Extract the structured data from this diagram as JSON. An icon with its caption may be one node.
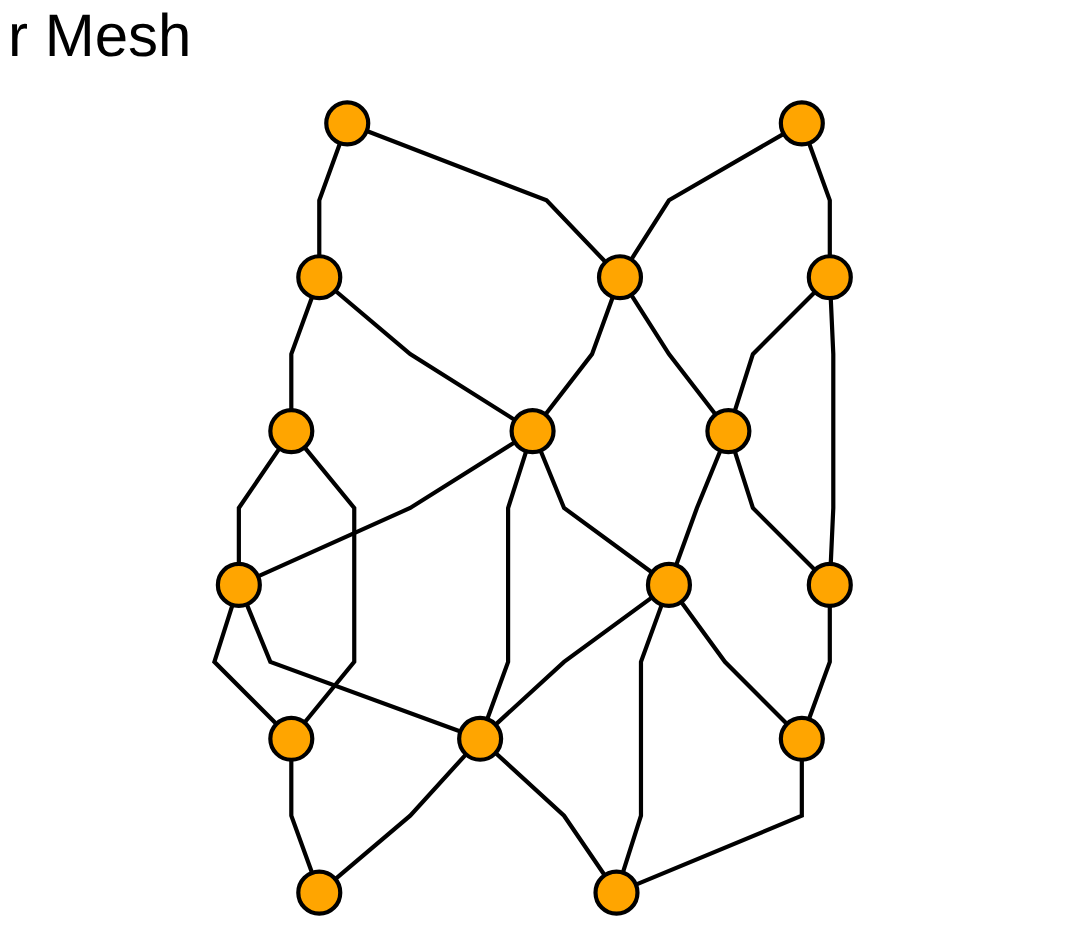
{
  "diagram": {
    "title": "r Mesh",
    "nodes": [
      {
        "text": [],
        "shape": "circle"
      },
      {
        "text": [],
        "shape": "circle"
      },
      {
        "text": [],
        "shape": "circle"
      },
      {
        "text": [],
        "shape": "circle"
      },
      {
        "text": [],
        "shape": "circle"
      },
      {
        "text": [],
        "shape": "circle"
      },
      {
        "text": [],
        "shape": "circle"
      },
      {
        "text": [],
        "shape": "circle"
      },
      {
        "text": [],
        "shape": "circle"
      },
      {
        "text": [],
        "shape": "circle"
      },
      {
        "text": [],
        "shape": "circle"
      },
      {
        "text": [],
        "shape": "circle"
      },
      {
        "text": [],
        "shape": "circle"
      },
      {
        "text": [],
        "shape": "circle"
      },
      {
        "text": [],
        "shape": "circle"
      },
      {
        "text": [],
        "shape": "circle"
      }
    ],
    "edges": [
      {
        "from": 0,
        "to": 2,
        "arrow": "none"
      },
      {
        "from": 0,
        "to": 3,
        "arrow": "none"
      },
      {
        "from": 1,
        "to": 3,
        "arrow": "none"
      },
      {
        "from": 1,
        "to": 4,
        "arrow": "none"
      },
      {
        "from": 2,
        "to": 5,
        "arrow": "none"
      },
      {
        "from": 2,
        "to": 6,
        "arrow": "none"
      },
      {
        "from": 3,
        "to": 6,
        "arrow": "none"
      },
      {
        "from": 3,
        "to": 7,
        "arrow": "none"
      },
      {
        "from": 4,
        "to": 7,
        "arrow": "none"
      },
      {
        "from": 4,
        "to": 10,
        "arrow": "none"
      },
      {
        "from": 5,
        "to": 8,
        "arrow": "none"
      },
      {
        "from": 5,
        "to": 11,
        "arrow": "none"
      },
      {
        "from": 6,
        "to": 8,
        "arrow": "none"
      },
      {
        "from": 6,
        "to": 12,
        "arrow": "none"
      },
      {
        "from": 6,
        "to": 9,
        "arrow": "none"
      },
      {
        "from": 7,
        "to": 9,
        "arrow": "none"
      },
      {
        "from": 7,
        "to": 10,
        "arrow": "none"
      },
      {
        "from": 8,
        "to": 11,
        "arrow": "none"
      },
      {
        "from": 8,
        "to": 12,
        "arrow": "none"
      },
      {
        "from": 9,
        "to": 12,
        "arrow": "none"
      },
      {
        "from": 9,
        "to": 15,
        "arrow": "none"
      },
      {
        "from": 9,
        "to": 13,
        "arrow": "none"
      },
      {
        "from": 10,
        "to": 13,
        "arrow": "none"
      },
      {
        "from": 11,
        "to": 14,
        "arrow": "none"
      },
      {
        "from": 12,
        "to": 14,
        "arrow": "none"
      },
      {
        "from": 12,
        "to": 15,
        "arrow": "none"
      },
      {
        "from": 13,
        "to": 15,
        "arrow": "none"
      }
    ]
  }
}
